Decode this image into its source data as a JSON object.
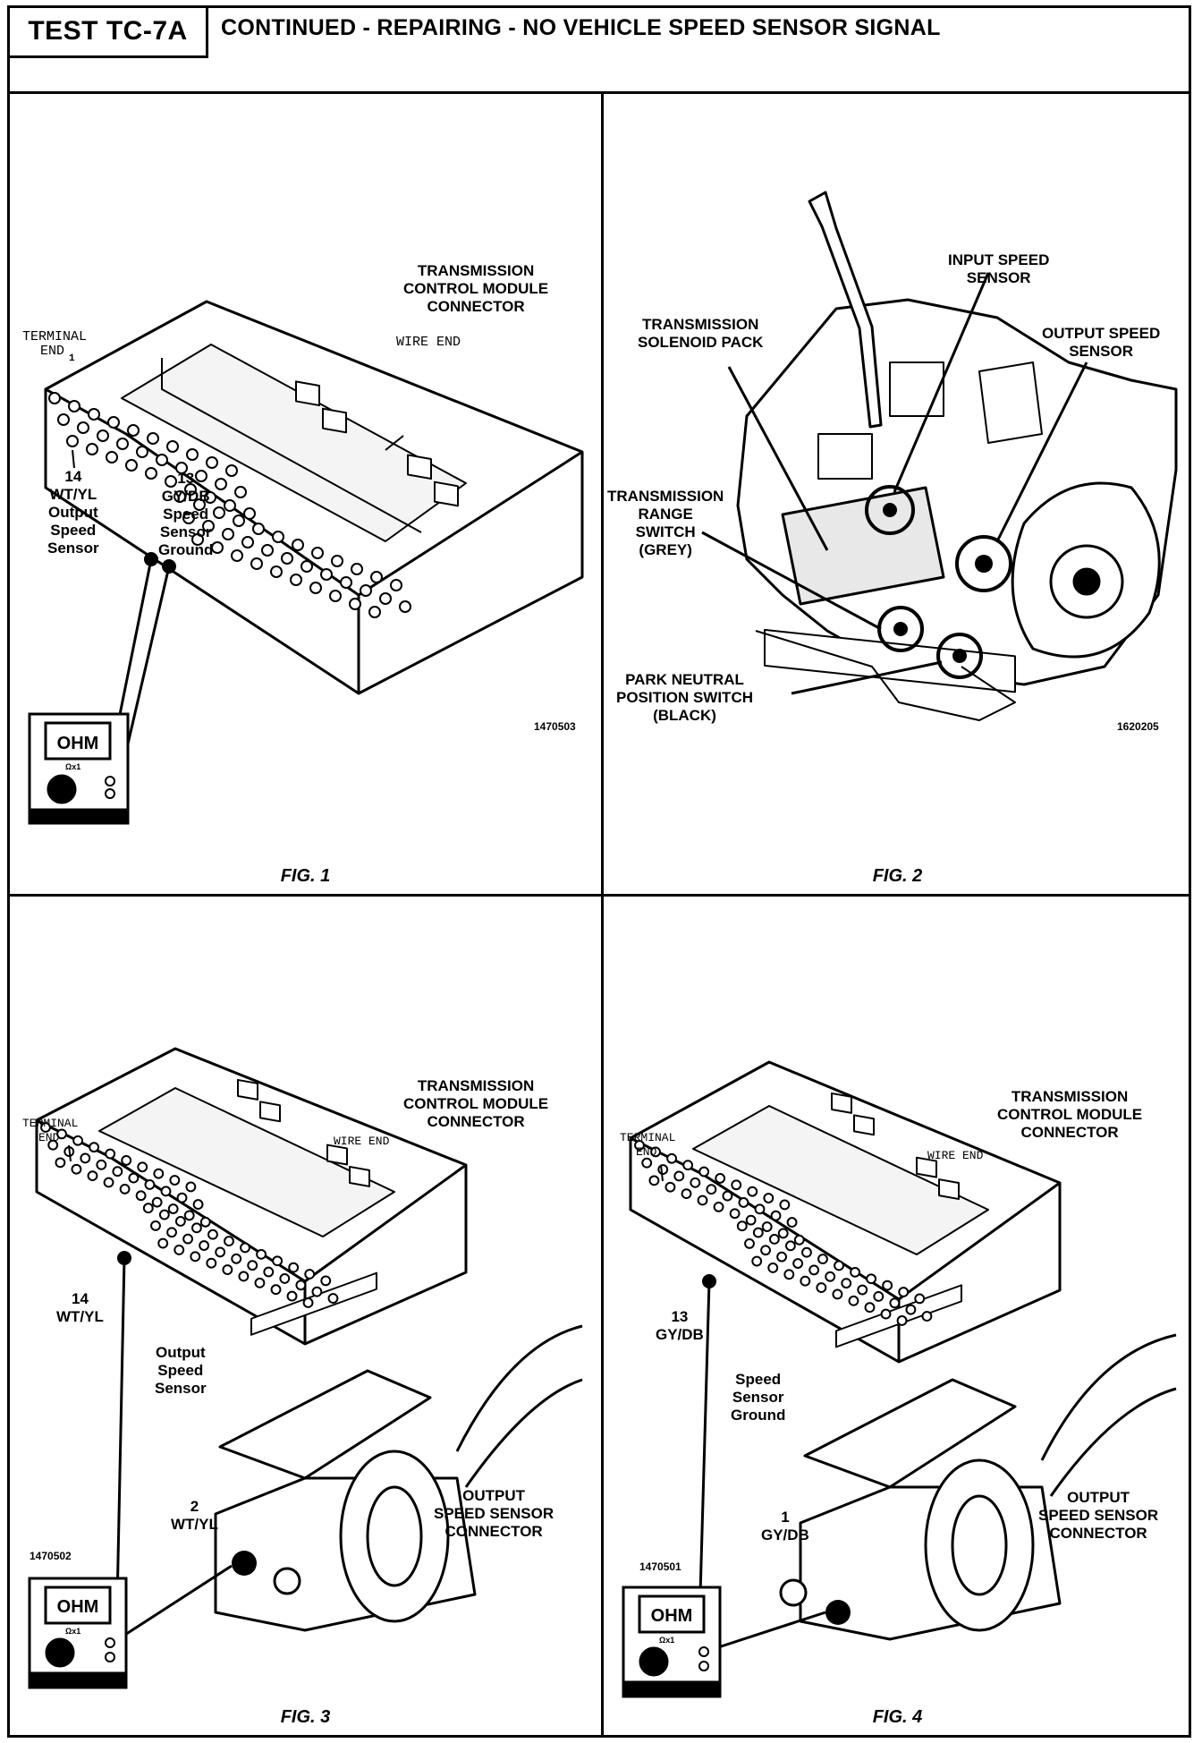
{
  "header": {
    "test_id": "TEST TC-7A",
    "title": "CONTINUED -  REPAIRING - NO VEHICLE SPEED SENSOR SIGNAL"
  },
  "fig1": {
    "caption": "FIG. 1",
    "connector_label": [
      "TRANSMISSION",
      "CONTROL MODULE",
      "CONNECTOR"
    ],
    "terminal_end": [
      "TERMINAL",
      "END"
    ],
    "terminal_one": "1",
    "wire_end": "WIRE END",
    "pin14": [
      "14",
      "WT/YL",
      "Output",
      "Speed",
      "Sensor"
    ],
    "pin13": [
      "13",
      "GY/DB",
      "Speed",
      "Sensor",
      "Ground"
    ],
    "meter": "OHM",
    "meter_dial": "Ωx1",
    "figure_number": "1470503"
  },
  "fig2": {
    "caption": "FIG. 2",
    "input_speed_sensor": [
      "INPUT SPEED",
      "SENSOR"
    ],
    "output_speed_sensor": [
      "OUTPUT SPEED",
      "SENSOR"
    ],
    "solenoid_pack": [
      "TRANSMISSION",
      "SOLENOID PACK"
    ],
    "range_switch": [
      "TRANSMISSION",
      "RANGE",
      "SWITCH",
      "(GREY)"
    ],
    "park_neutral": [
      "PARK NEUTRAL",
      "POSITION SWITCH",
      "(BLACK)"
    ],
    "figure_number": "1620205"
  },
  "fig3": {
    "caption": "FIG. 3",
    "connector_label": [
      "TRANSMISSION",
      "CONTROL MODULE",
      "CONNECTOR"
    ],
    "terminal_end": [
      "TERMINAL",
      "END"
    ],
    "wire_end": "WIRE END",
    "pin14": [
      "14",
      "WT/YL"
    ],
    "output_speed_sensor": [
      "Output",
      "Speed",
      "Sensor"
    ],
    "meter": "OHM",
    "meter_dial": "Ωx1",
    "sensor_connector": [
      "OUTPUT",
      "SPEED SENSOR",
      "CONNECTOR"
    ],
    "pin2": [
      "2",
      "WT/YL"
    ],
    "figure_number": "1470502"
  },
  "fig4": {
    "caption": "FIG. 4",
    "connector_label": [
      "TRANSMISSION",
      "CONTROL MODULE",
      "CONNECTOR"
    ],
    "terminal_end": [
      "TERMINAL",
      "END"
    ],
    "wire_end": "WIRE END",
    "pin13": [
      "13",
      "GY/DB"
    ],
    "speed_sensor_ground": [
      "Speed",
      "Sensor",
      "Ground"
    ],
    "meter": "OHM",
    "meter_dial": "Ωx1",
    "sensor_connector": [
      "OUTPUT",
      "SPEED SENSOR",
      "CONNECTOR"
    ],
    "pin1": [
      "1",
      "GY/DB"
    ],
    "figure_number": "1470501"
  }
}
